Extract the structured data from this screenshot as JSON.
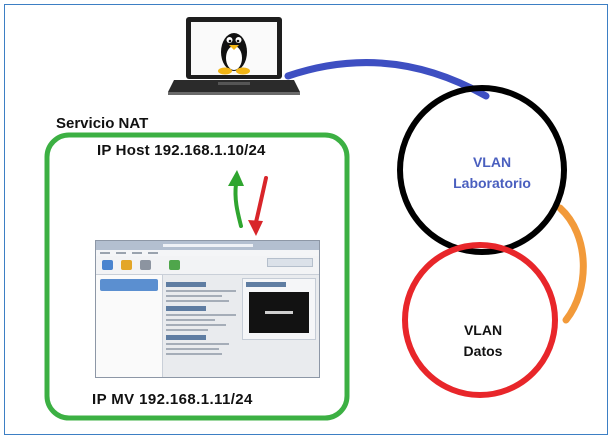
{
  "diagram": {
    "nat_group": {
      "title": "Servicio NAT",
      "host_ip_label": "IP Host 192.168.1.10/24",
      "vm_ip_label": "IP MV 192.168.1.11/24"
    },
    "vlans": [
      {
        "line1": "VLAN",
        "line2": "Laboratorio",
        "ring_color": "#000000",
        "text_color": "#4a5fbf"
      },
      {
        "line1": "VLAN",
        "line2": "Datos",
        "ring_color": "#e8262a",
        "text_color": "#111111"
      }
    ],
    "links": [
      {
        "from": "laptop",
        "to": "VLAN Laboratorio",
        "color": "#3e4fc2"
      },
      {
        "from": "VLAN Laboratorio",
        "to": "VLAN Datos",
        "color": "#f29a3a"
      }
    ],
    "arrows": {
      "up_color": "#2fa52f",
      "down_color": "#d8252a"
    },
    "colors": {
      "group_border": "#3cb043",
      "frame_border": "#3d7fc4"
    },
    "icons": {
      "laptop": "laptop-icon",
      "os_logo": "linux-tux-icon",
      "vm_window": "virtualbox-window-thumbnail"
    }
  }
}
